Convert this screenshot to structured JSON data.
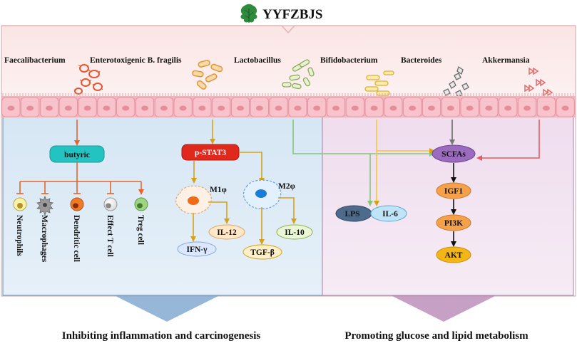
{
  "title": "YYFZBJS",
  "bacteria": [
    "Faecalibacterium",
    "Enterotoxigenic B. fragilis",
    "Lactobacillus",
    "Bifidobacterium",
    "Bacteroides",
    "Akkermansia"
  ],
  "left": {
    "butyric": "butyric",
    "cells": [
      "Neutrophils",
      "Macrophages",
      "Dendritic cell",
      "Effect T cell",
      "Treg cell"
    ],
    "pstat3": "p-STAT3",
    "m1": "M1φ",
    "m2": "M2φ",
    "il12": "IL-12",
    "ifng": "IFN-γ",
    "tgfb": "TGF-β",
    "il10": "IL-10",
    "caption": "Inhibiting inflammation and carcinogenesis"
  },
  "right": {
    "lps": "LPS",
    "il6": "IL-6",
    "scfas": "SCFAs",
    "igf1": "IGF1",
    "pi3k": "PI3K",
    "akt": "AKT",
    "caption": "Promoting glucose and lipid metabolism"
  },
  "colors": {
    "left_panel": "#d9e9f5",
    "right_panel": "#f2e4f1",
    "epithelium": "#f6b9c2",
    "orange_arrow": "#e8632b",
    "gold_arrow": "#d5a21a",
    "green_arrow": "#86c77a",
    "red_arrow": "#e55c5c",
    "butyric_fill": "#22c3c0",
    "pstat3_fill": "#e0281c",
    "scfas_fill": "#9b6bbd",
    "pathway_fill": "#f5a04a",
    "akt_fill": "#f3b616"
  }
}
